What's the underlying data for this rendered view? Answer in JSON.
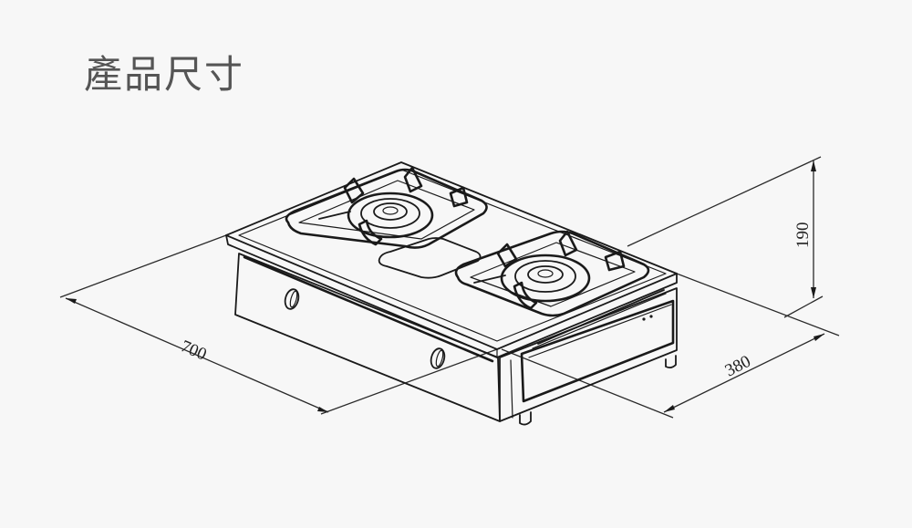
{
  "title": "產品尺寸",
  "diagram": {
    "subject": "double-burner gas stove",
    "dimensions": {
      "width": {
        "label": "700"
      },
      "depth": {
        "label": "380"
      },
      "height": {
        "label": "190"
      }
    },
    "colors": {
      "background": "#f7f7f7",
      "title_text": "#555555",
      "line": "#1a1a1a"
    }
  }
}
